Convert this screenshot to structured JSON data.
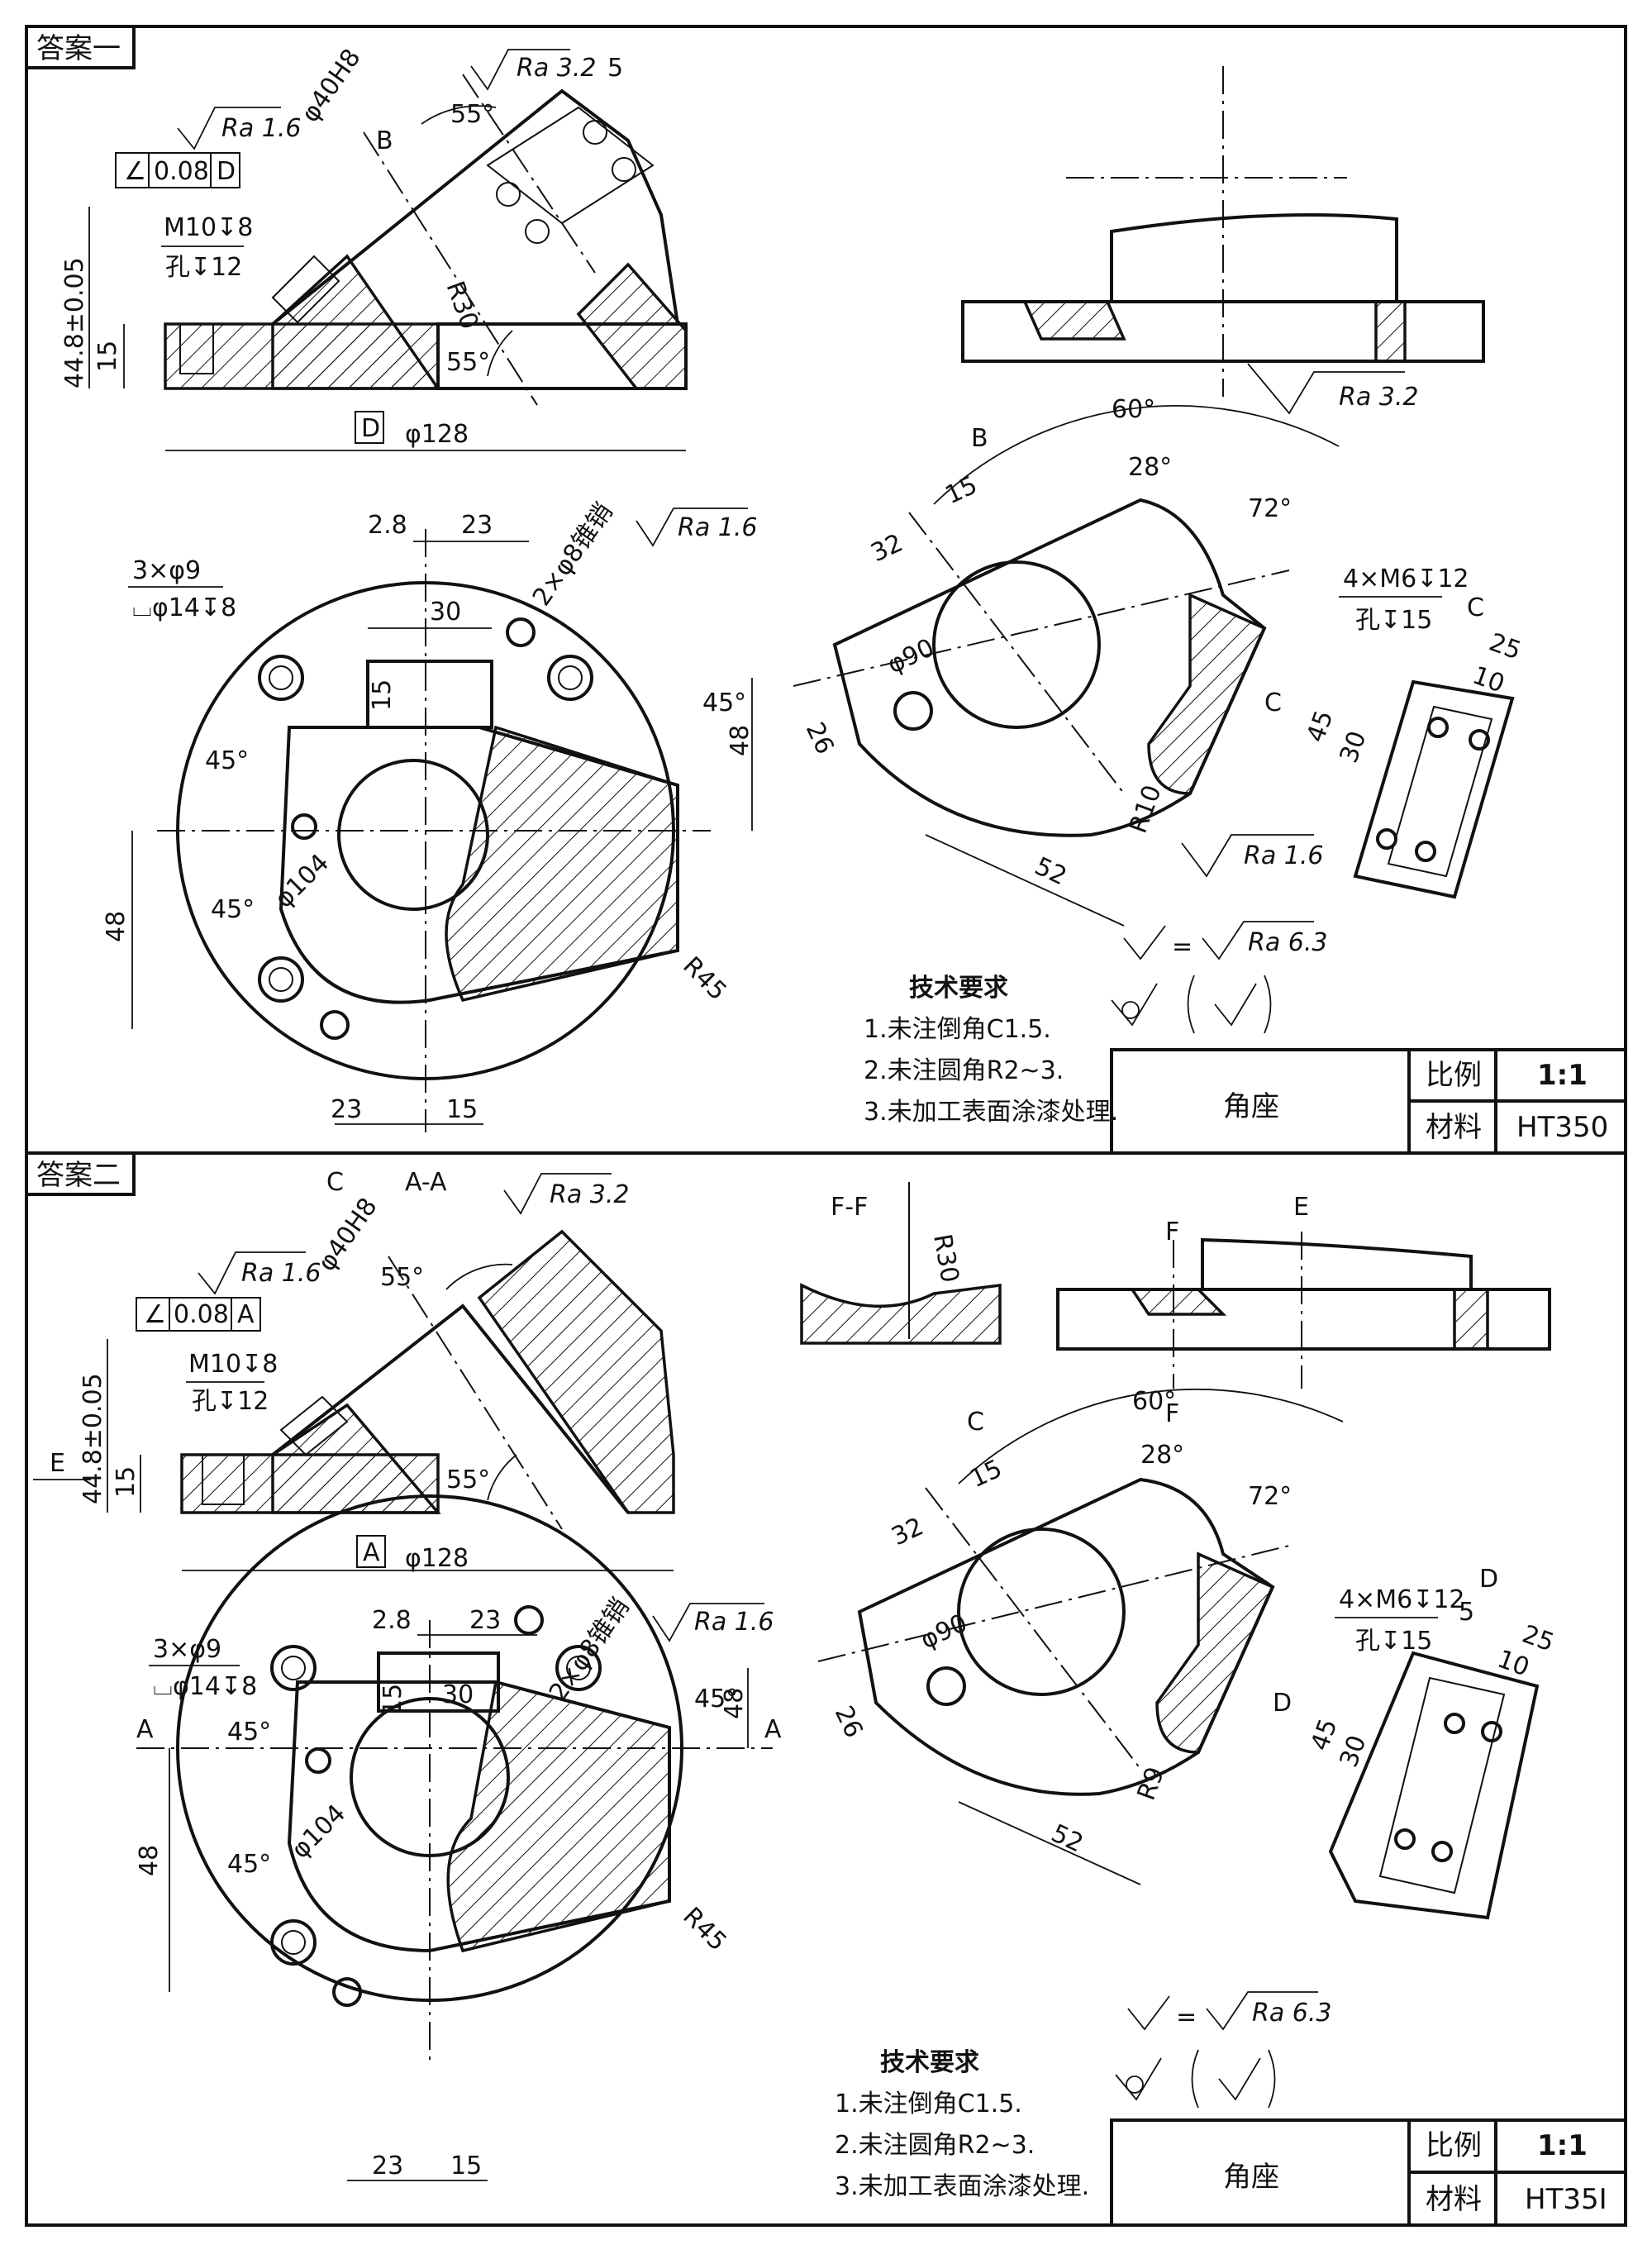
{
  "answer1": {
    "label": "答案一",
    "front_view": {
      "roughness_top": "Ra 3.2",
      "dim_5": "5",
      "roughness_bore": "Ra 1.6",
      "bore_dia": "φ40H8",
      "geo_tol": [
        "∠",
        "0.08",
        "D"
      ],
      "section_B": "B",
      "angle_top": "55°",
      "angle_bottom": "55°",
      "radius_R30": "R30",
      "thread": "M10↧8",
      "hole": "孔↧12",
      "height": "44.8±0.05",
      "base_h": "15",
      "datum": "D",
      "base_dia": "φ128"
    },
    "top_view": {
      "dim_2_8": "2.8",
      "dim_23": "23",
      "roughness_pin": "Ra 1.6",
      "pin_holes": "2×φ8锥销",
      "holes_3x": "3×φ9",
      "cbore": "⌴φ14↧8",
      "dim_30": "30",
      "dim_15_boss": "15",
      "ang_45_a": "45°",
      "ang_45_b": "45°",
      "ang_45_c": "45°",
      "dim_48_v": "48",
      "dim_48_h": "48",
      "dia_104": "φ104",
      "rad_45": "R45",
      "dim_23_b": "23",
      "dim_15_b": "15"
    },
    "side_view": {
      "roughness": "Ra 3.2"
    },
    "aux_view": {
      "label_B": "B",
      "ang_60": "60°",
      "ang_28": "28°",
      "ang_72": "72°",
      "dim_15": "15",
      "dim_32": "32",
      "dim_26": "26",
      "dia_90": "φ90",
      "threads": "4×M6↧12",
      "thread_hole": "孔↧15",
      "label_C": "C",
      "radius": "R10",
      "roughness": "Ra 1.6",
      "dim_52": "52"
    },
    "detail_C": {
      "label": "C",
      "dim_25": "25",
      "dim_10": "10",
      "dim_45": "45",
      "dim_30": "30"
    },
    "surface_note": "Ra 6.3",
    "tech_req": {
      "title": "技术要求",
      "items": [
        "1.未注倒角C1.5.",
        "2.未注圆角R2~3.",
        "3.未加工表面涂漆处理."
      ]
    },
    "title_block": {
      "name": "角座",
      "scale_label": "比例",
      "scale": "1:1",
      "material_label": "材料",
      "material": "HT350"
    }
  },
  "answer2": {
    "label": "答案二",
    "front_view": {
      "section_C": "C",
      "section_AA": "A-A",
      "roughness_top": "Ra 3.2",
      "roughness_bore": "Ra 1.6",
      "bore_dia": "φ40H8",
      "geo_tol": [
        "∠",
        "0.08",
        "A"
      ],
      "angle_top": "55°",
      "angle_bottom": "55°",
      "thread": "M10↧8",
      "hole": "孔↧12",
      "height": "44.8±0.05",
      "base_h": "15",
      "label_E": "E",
      "datum": "A",
      "base_dia": "φ128"
    },
    "top_view": {
      "dim_2_8": "2.8",
      "dim_23": "23",
      "roughness_pin": "Ra 1.6",
      "pin_holes": "2×φ8锥销",
      "holes_3x": "3×φ9",
      "cbore": "⌴φ14↧8",
      "dim_30": "30",
      "dim_15_boss": "15",
      "ang_45_a": "45°",
      "ang_45_b": "45°",
      "ang_45_c": "45°",
      "dim_48_v": "48",
      "dim_48_h": "48",
      "dia_104": "φ104",
      "rad_45": "R45",
      "cut_A_left": "A",
      "cut_A_right": "A",
      "dim_23_b": "23",
      "dim_15_b": "15"
    },
    "section_FF": {
      "label": "F-F",
      "radius": "R30"
    },
    "side_view": {
      "label_F_top": "F",
      "label_F_bottom": "F",
      "label_E": "E"
    },
    "aux_view": {
      "label_C": "C",
      "ang_60": "60°",
      "ang_28": "28°",
      "ang_72": "72°",
      "dim_15": "15",
      "dim_32": "32",
      "dim_26": "26",
      "dia_90": "φ90",
      "threads": "4×M6↧12",
      "thread_hole": "孔↧15",
      "label_D": "D",
      "radius": "R9",
      "dim_52": "52"
    },
    "detail_D": {
      "label": "D",
      "dim_5": "5",
      "dim_25": "25",
      "dim_10": "10",
      "dim_45": "45",
      "dim_30": "30"
    },
    "surface_note": "Ra 6.3",
    "tech_req": {
      "title": "技术要求",
      "items": [
        "1.未注倒角C1.5.",
        "2.未注圆角R2~3.",
        "3.未加工表面涂漆处理."
      ]
    },
    "title_block": {
      "name": "角座",
      "scale_label": "比例",
      "scale": "1:1",
      "material_label": "材料",
      "material": "HT35I"
    }
  }
}
